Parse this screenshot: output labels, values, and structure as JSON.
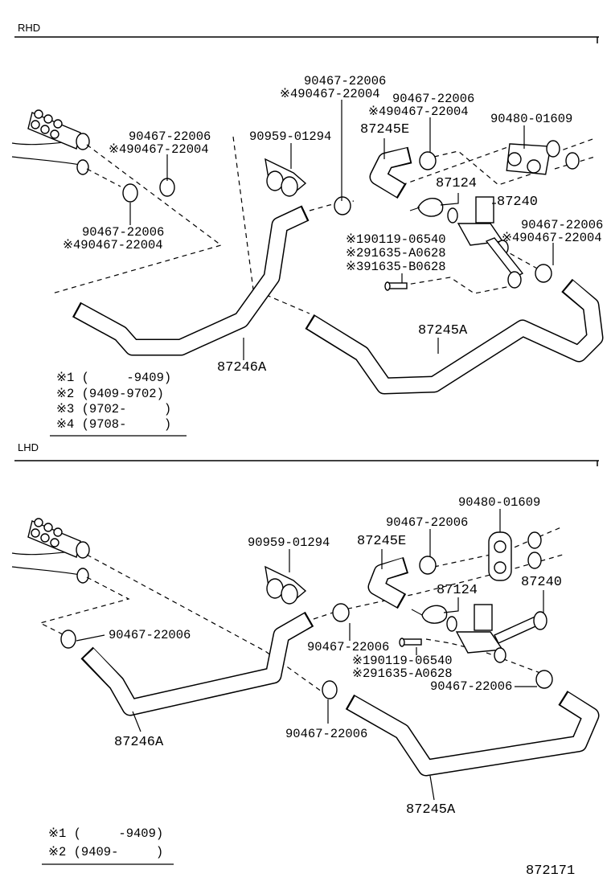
{
  "sections": {
    "rhd": {
      "title": "RHD",
      "labels": {
        "clamp_top_a": "90467-22006",
        "clamp_top_a_alt": "※490467-22004",
        "clamp_top_b": "90467-22006",
        "clamp_top_b_alt": "※490467-22004",
        "grommet": "90480-01609",
        "hose_e": "87245E",
        "clip": "90959-01294",
        "clamp_left_upper": "90467-22006",
        "clamp_left_upper_alt": "※490467-22004",
        "bracket": "87124",
        "valve": "87240",
        "clamp_right": "90467-22006",
        "clamp_right_alt": "※490467-22004",
        "bolt_1": "※190119-06540",
        "bolt_2": "※291635-A0628",
        "bolt_3": "※391635-B0628",
        "clamp_left_lower": "90467-22006",
        "clamp_left_lower_alt": "※490467-22004",
        "hose_a": "87245A",
        "hose_246a": "87246A"
      },
      "legend": [
        "※1 (     -9409)",
        "※2 (9409-9702)",
        "※3 (9702-     )",
        "※4 (9708-     )"
      ]
    },
    "lhd": {
      "title": "LHD",
      "labels": {
        "grommet": "90480-01609",
        "clamp_top": "90467-22006",
        "clip": "90959-01294",
        "hose_e": "87245E",
        "bracket": "87124",
        "valve": "87240",
        "clamp_left": "90467-22006",
        "clamp_mid": "90467-22006",
        "bolt_1": "※190119-06540",
        "bolt_2": "※291635-A0628",
        "clamp_right": "90467-22006",
        "hose_246a": "87246A",
        "clamp_bottom": "90467-22006",
        "hose_a": "87245A"
      },
      "legend": [
        "※1 (     -9409)",
        "※2 (9409-     )"
      ]
    }
  },
  "figure_number": "872171"
}
